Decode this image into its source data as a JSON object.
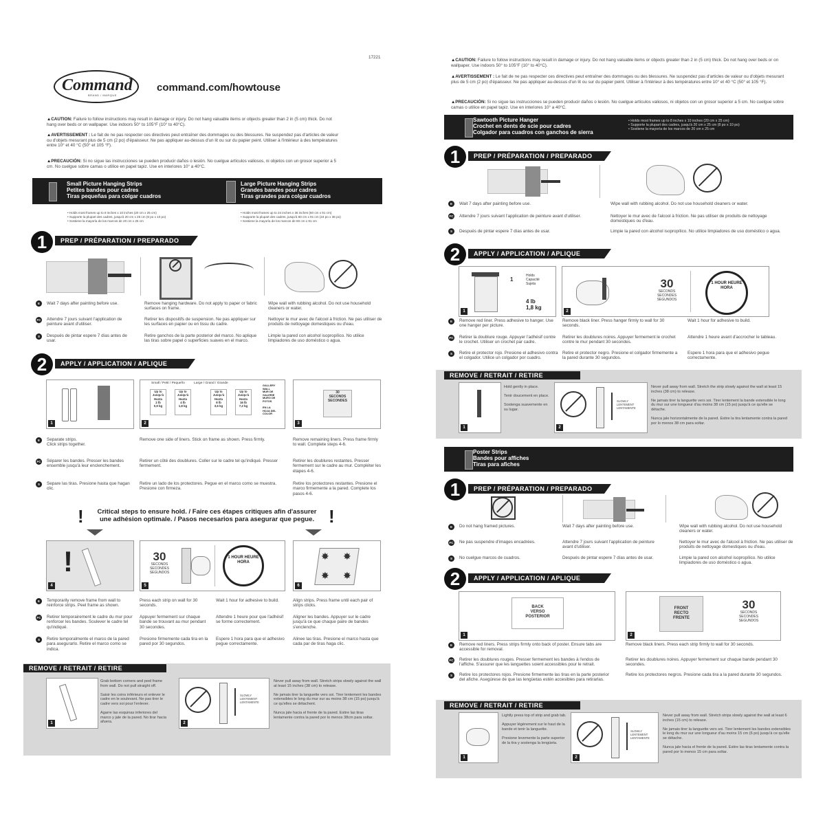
{
  "code": "17221",
  "brand": {
    "logo_text": "Command",
    "logo_sub": "BRAND / MARQUE",
    "url": "command.com/howtouse"
  },
  "left": {
    "caution": {
      "en_label": "▲CAUTION:",
      "en": "Failure to follow instructions may result in damage or injury. Do not hang valuable items or objects greater than 2 in (5 cm) thick. Do not hang over beds or on wallpaper. Use indoors 50° to 105°F (10° to 40°C).",
      "fr_label": "▲AVERTISSEMENT :",
      "fr": "Le fait de ne pas respecter ces directives peut entraîner des dommages ou des blessures. Ne suspendez pas d'articles de valeur ou d'objets mesurant plus de 5 cm (2 po) d'épaisseur. Ne pas appliquer au-dessus d'un lit ou sur du papier peint. Utiliser à l'intérieur à des températures entre 10° et 40 °C (50° et 105 °F).",
      "es_label": "▲PRECAUCIÓN:",
      "es": "Si no sigue las instrucciones se pueden producir daños o lesión. No cuelgue artículos valiosos, ni objetos con un grosor superior a 5 cm. No cuelgue sobre camas o utilice en papel tapiz. Use en interiores 10° a 40°C."
    },
    "product_bar": {
      "small_title": "Small Picture Hanging Strips\nPetites bandes pour cadres\nTiras pequeñas para colgar cuadros",
      "small_specs": "• Holds most frames up to 8 inches x 10 inches (20 cm x 25 cm)\n• Supporte la plupart des cadres, jusqu'à 20 cm x 25 cm (8 po x 10 po)\n• Sostiene la mayoría de los marcos de 20 cm x 25 cm",
      "large_title": "Large Picture Hanging Strips\nGrandes bandes pour cadres\nTiras grandes para colgar cuadros",
      "large_specs": "• Holds most frames up to 24 inches x 36 inches (60 cm x 91 cm)\n• Supporte la plupart des cadres, jusqu'à 60 cm x 91 cm (24 po x 36 po)\n• Sostiene la mayoría de los marcos de 60 cm x 91 cm"
    },
    "step1": {
      "num": "1",
      "label": "PREP / PRÉPARATION / PREPARADO",
      "col1": {
        "en": "Wait 7 days after painting before use.",
        "fr": "Attendre 7 jours suivant l'application de peinture avant d'utiliser.",
        "es": "Después de pintar espere 7 días antes de usar."
      },
      "col2": {
        "en": "Remove hanging hardware. Do not apply to paper or fabric surfaces on frame.",
        "fr": "Retirer les dispositifs de suspension. Ne pas appliquer sur les surfaces en papier ou en tissu du cadre.",
        "es": "Retire ganchos de la parte posterior del marco. No aplique las tiras sobre papel o superficies suaves en el marco."
      },
      "col3": {
        "en": "Wipe wall with rubbing alcohol. Do not use household cleaners or water.",
        "fr": "Nettoyer le mur avec de l'alcool à friction. Ne pas utiliser de produits de nettoyage domestiques ou d'eau.",
        "es": "Limpie la pared con alcohol isopropílico. No utilice limpiadores de uso doméstico o agua."
      }
    },
    "step2": {
      "num": "2",
      "label": "APPLY / APPLICATION / APLIQUE",
      "sizes_header": "Small / Petit / Pequeño          Large / Grand / Grande",
      "capacity": [
        "Up to\nJusqu'à\nHasta\n2 lb\n0,9 kg",
        "Up to\nJusqu'à\nHasta\n4 lb\n1,8 kg",
        "Up to\nJusqu'à\nHasta\n8 lb\n3,6 kg",
        "Up to\nJusqu'à\nHasta\n16 lb\n7,2 kg"
      ],
      "gallery": "GALLERY\nWALL\nMUR DE\nGALERIE\nMURO DE\nFOTOS\n\nEN LA\nHOJA DEL\nCOLOR",
      "timer": "30\nSECONDS\nSECONDES",
      "col1": {
        "en": "Separate strips.\nClick strips together.",
        "fr": "Séparer les bandes. Presser les bandes ensemble jusqu'à leur enclenchement.",
        "es": "Separe las tiras. Presione hasta que hagan clic."
      },
      "col2": {
        "en": "Remove one side of liners. Stick on frame as shown. Press firmly.",
        "fr": "Retirer un côté des doublures. Coller sur le cadre tel qu'indiqué. Presser fermement.",
        "es": "Retire un lado de los protectores. Pegue en el marco como se muestra. Presione con firmeza."
      },
      "col3": {
        "en": "Remove remaining liners. Press frame firmly to wall. Complete steps 4-6.",
        "fr": "Retirer les doublures restantes. Presser fermement sur le cadre au mur. Compléter les étapes 4-6.",
        "es": "Retire los protectores restantes. Presione el marco firmemente a la pared. Complete los pasos 4-6."
      }
    },
    "critical": "Critical steps to ensure hold. / Faire ces étapes critiques afin d'assurer\nune adhésion optimale. / Pasos necesarios para asegurar que pegue.",
    "step_crit": {
      "timer_n": "30",
      "timer_s": "SECONDS\nSECONDES\nSEGUNDOS",
      "clock": "1 HOUR\nHEURE\nHORA",
      "col1": {
        "en": "Temporarily remove frame from wall to reinforce strips. Peel frame as shown.",
        "fr": "Retirer temporairement le cadre du mur pour renforcer les bandes. Soulever le cadre tel qu'indiqué.",
        "es": "Retire temporalmente el marco de la pared para asegurarlo. Retire el marco como se indica."
      },
      "col2": {
        "en": "Press each strip on wall for 30 seconds.",
        "fr": "Appuyer fermement sur chaque bande se trouvant au mur pendant 30 secondes.",
        "es": "Presione firmemente cada tira en la pared por 30 segundos."
      },
      "col3": {
        "en": "Wait 1 hour for adhesive to build.",
        "fr": "Attendre 1 heure pour que l'adhésif se forme correctement.",
        "es": "Espere 1 hora para que el adhesivo pegue correctamente."
      },
      "col4": {
        "en": "Align strips. Press frame until each pair of strips clicks.",
        "fr": "Aligner les bandes. Appuyer sur le cadre jusqu'à ce que chaque paire de bandes s'enclenche.",
        "es": "Alinee las tiras. Presione el marco hasta que cada par de tiras haga clic."
      }
    },
    "remove": {
      "label": "REMOVE / RETRAIT / RETIRE",
      "col1": "Grab bottom corners and peel frame from wall. Do not pull straight off.\n\nSaisir les coins inférieurs et enlever le cadre en le soulevant. Ne pas tirer le cadre vers soi pour l'enlever.\n\nAgarre las esquinas inferiores del marco y jale de la pared. No tirar hacia afuera.",
      "slowly": "SLOWLY\nLENTEMENT\nLENTAMENTE",
      "col2": "Never pull away from wall. Stretch strips slowly against the wall at least 15 inches (38 cm) to release.\n\nNe jamais tirer la languette vers soi. Tirer lentement les bandes extensibles le long du mur sur au moins 38 cm (15 po) jusqu'à ce qu'elles se détachent.\n\nNunca jale hacia el frente de la pared. Estire las tiras lentamente contra la pared por lo menos 38cm para soltar."
    }
  },
  "right": {
    "caution": {
      "en_label": "▲CAUTION:",
      "en": "Failure to follow instructions may result in damage or injury. Do not hang valuable items or objects greater than 2 in (5 cm) thick. Do not hang over beds or on wallpaper. Use indoors 50° to 105°F (10° to 40°C).",
      "fr_label": "▲AVERTISSEMENT :",
      "fr": "Le fait de ne pas respecter ces directives peut entraîner des dommages ou des blessures. Ne suspendez pas d'articles de valeur ou d'objets mesurant plus de 5 cm (2 po) d'épaisseur. Ne pas appliquer au-dessus d'un lit ou sur du papier peint. Utiliser à l'intérieur à des températures entre 10° et 40 °C (50° et 105 °F).",
      "es_label": "▲PRECAUCIÓN:",
      "es": "Si no sigue las instrucciones se pueden producir daños o lesión. No cuelgue artículos valiosos, ni objetos con un grosor superior a 5 cm. No cuelgue sobre camas o utilice en papel tapiz. Use en interiores 10° a 40°C."
    },
    "sawtooth": {
      "title": "Sawtooth Picture Hanger\nCrochet en dents de scie pour cadres\nColgador para cuadros con ganchos de sierra",
      "specs": "• Holds most frames up to 8 inches x 10 inches (20 cm x 25 cm)\n• Supporte la plupart des cadres, jusqu'à 20 cm x 25 cm (8 po x 10 po)\n• Sostiene la mayoría de los marcos de 20 cm x 25 cm",
      "step1_num": "1",
      "step1_label": "PREP / PRÉPARATION / PREPARADO",
      "p1": {
        "en": "Wait 7 days after painting before use.",
        "fr": "Attendre 7 jours suivant l'application de peinture avant d'utiliser.",
        "es": "Después de pintar espere 7 días antes de usar."
      },
      "p2": {
        "en": "Wipe wall with rubbing alcohol. Do not use household cleaners or water.",
        "fr": "Nettoyer le mur avec de l'alcool à friction. Ne pas utiliser de produits de nettoyage domestiques ou d'eau.",
        "es": "Limpie la pared con alcohol isopropílico. No utilice limpiadores de uso doméstico o agua."
      },
      "step2_num": "2",
      "step2_label": "APPLY / APPLICATION / APLIQUE",
      "holds": "Holds\nCapacité\nSujeta",
      "holds_val": "4 lb\n1,8 kg",
      "timer_n": "30",
      "timer_s": "SECONDS\nSECONDES\nSEGUNDOS",
      "clock": "1 HOUR\nHEURE\nHORA",
      "a1": {
        "en": "Remove red liner. Press adhesive to hanger. Use one hanger per picture.",
        "fr": "Retirer la doublure rouge. Appuyer l'adhésif contre le crochet. Utiliser un crochet par cadre.",
        "es": "Retire el protector rojo. Presione el adhesivo contra el colgador. Utilice un colgador por cuadro."
      },
      "a2": {
        "en": "Remove black liner. Press hanger firmly to wall for 30 seconds.",
        "fr": "Retirer les doublures noires. Appuyer fermement le crochet contre le mur pendant 30 secondes.",
        "es": "Retire el protector negro. Presione el colgador firmemente a la pared durante 30 segundos."
      },
      "a3": {
        "en": "Wait 1 hour for adhesive to build.",
        "fr": "Attendre 1 heure avant d'accrocher le tableau.",
        "es": "Espere 1 hora para que el adhesivo pegue correctamente."
      },
      "remove_label": "REMOVE / RETRAIT / RETIRE",
      "r1": "Hold gently in place.\n\nTenir doucement en place.\n\nSostenga suavemente en su lugar.",
      "slowly": "SLOWLY\nLENTEMENT\nLENTAMENTE",
      "r2": "Never pull away from wall. Stretch the strip slowly against the wall at least 15 inches (38 cm) to release.\n\nNe jamais tirer la languette vers soi. Tirer lentement la bande extensible le long du mur sur une longueur d'au moins 38 cm (15 po) jusqu'à ce qu'elle se détache.\n\nNunca jale horizontalmente de la pared. Estire la tira lentamente contra la pared por lo menos 38 cm para soltar."
    },
    "poster": {
      "title": "Poster Strips\nBandes pour affiches\nTiras para afiches",
      "step1_num": "1",
      "step1_label": "PREP / PRÉPARATION / PREPARADO",
      "p1": {
        "en": "Do not hang framed pictures.",
        "fr": "Ne pas suspendre d'images encadrées.",
        "es": "No cuelgue marcos de cuadros."
      },
      "p2": {
        "en": "Wait 7 days after painting before use.",
        "fr": "Attendre 7 jours suivant l'application de peinture avant d'utiliser.",
        "es": "Después de pintar espere 7 días antes de usar."
      },
      "p3": {
        "en": "Wipe wall with rubbing alcohol. Do not use household cleaners or water.",
        "fr": "Nettoyer le mur avec de l'alcool à friction. Ne pas utiliser de produits de nettoyage domestiques ou d'eau.",
        "es": "Limpie la pared con alcohol isopropílico. No utilice limpiadores de uso doméstico o agua."
      },
      "step2_num": "2",
      "step2_label": "APPLY / APPLICATION / APLIQUE",
      "back_card": "BACK\nVERSO\nPOSTERIOR",
      "front_card": "FRONT\nRECTO\nFRENTE",
      "timer_n": "30",
      "timer_s": "SECONDS\nSECONDES\nSEGUNDOS",
      "a1": {
        "en": "Remove red liners. Press strips firmly onto back of poster. Ensure tabs are accessible for removal.",
        "fr": "Retirer les doublures rouges. Presser fermement les bandes à l'endos de l'affiche. S'assurer que les languettes soient accessibles pour le retrait.",
        "es": "Retire los protectores rojos. Presione firmemente las tiras en la parte posterior del afiche. Asegúrese de que las lengüetas estén accesibles para retirarlas."
      },
      "a2": {
        "en": "Remove black liners. Press each strip firmly to wall for 30 seconds.",
        "fr": "Retirer les doublures noires. Appuyer fermement sur chaque bande pendant 30 secondes.",
        "es": "Retire los protectores negros. Presione cada tira a la pared durante 30 segundos."
      },
      "remove_label": "REMOVE / RETRAIT / RETIRE",
      "r1": "Lightly press top of strip and grab tab.\n\nAppuyer légèrement sur le haut de la bande et tenir la languette.\n\nPresione levemente la parte superior de la tira y sostenga la lengüeta.",
      "slowly": "SLOWLY\nLENTEMENT\nLENTAMENTE",
      "r2": "Never pull away from wall. Stretch strips slowly against the wall at least 6 inches (15 cm) to release.\n\nNe jamais tirer la languette vers soi. Tirer lentement les bandes extensibles le long du mur sur une longueur d'au moins 15 cm (6 po) jusqu'à ce qu'elle se détache.\n\nNunca jale hacia el frente de la pared. Estire las tiras lentamente contra la pared por lo menos 15 cm para soltar."
    }
  },
  "lang_codes": {
    "e": "E",
    "fc": "FC",
    "s": "S"
  },
  "nums": {
    "n1": "1",
    "n2": "2",
    "n3": "3",
    "n4": "4",
    "n5": "5",
    "n6": "6",
    "bang": "!"
  }
}
